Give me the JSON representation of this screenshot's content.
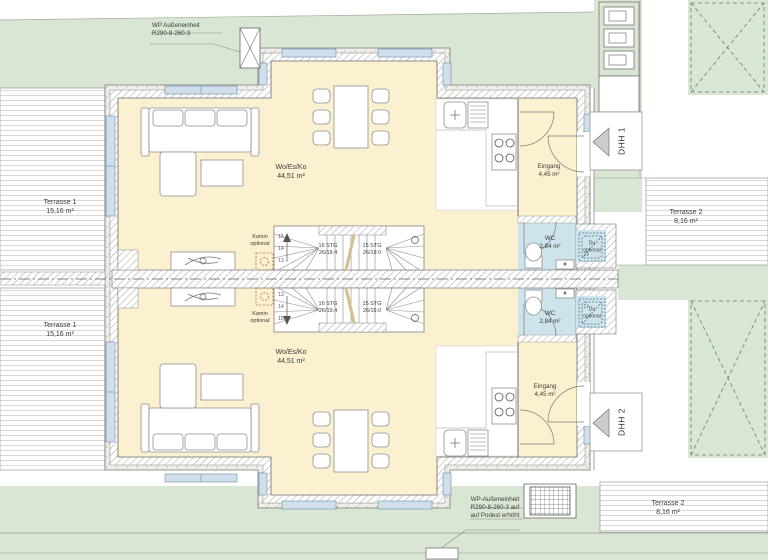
{
  "site": {
    "wp_outdoor_unit_top": {
      "line1": "WP Außeneinheit",
      "line2": "R290-8-260-3"
    },
    "wp_outdoor_unit_bottom": {
      "line1": "WP-Außeneinheit",
      "line2": "R290-8-260-3 auf",
      "line3": "auf Podest erhöht"
    }
  },
  "terraces": {
    "terrasse1_upper": {
      "name": "Terrasse 1",
      "area": "15,16 m²"
    },
    "terrasse1_lower": {
      "name": "Terrasse 1",
      "area": "15,16 m²"
    },
    "terrasse2_upper": {
      "name": "Terrasse 2",
      "area": "8,16 m²"
    },
    "terrasse2_lower": {
      "name": "Terrasse 2",
      "area": "8,16 m²"
    }
  },
  "unit1": {
    "label": "DHH 1",
    "living": {
      "name": "Wo/Es/Ko",
      "area": "44,51 m²"
    },
    "entry": {
      "name": "Eingang",
      "area": "4,45 m²"
    },
    "wc": {
      "name": "WC",
      "area": "2,84 m²"
    },
    "shower_optional": {
      "line1": "Du",
      "line2": "optional"
    },
    "fireplace_optional": {
      "line1": "Kamin",
      "line2": "optional"
    },
    "stair_flight_a": {
      "count": "16 STG",
      "dim": "26/19.4"
    },
    "stair_flight_b": {
      "count": "15 STG",
      "dim": "26/19.0"
    },
    "step_numbers": [
      "15",
      "14",
      "13"
    ]
  },
  "unit2": {
    "label": "DHH 2",
    "living": {
      "name": "Wo/Es/Ko",
      "area": "44,51 m²"
    },
    "entry": {
      "name": "Eingang",
      "area": "4,45 m²"
    },
    "wc": {
      "name": "WC",
      "area": "2,84 m²"
    },
    "shower_optional": {
      "line1": "Du",
      "line2": "optional"
    },
    "fireplace_optional": {
      "line1": "Kamin",
      "line2": "optional"
    },
    "stair_flight_a": {
      "count": "16 STG",
      "dim": "26/19.4"
    },
    "stair_flight_b": {
      "count": "15 STG",
      "dim": "26/19.0"
    },
    "step_numbers": [
      "13",
      "14",
      "15"
    ]
  },
  "colors": {
    "lawn": "#d9e6d3",
    "floor": "#fbf0d0",
    "wet": "#cde4ec",
    "window": "#cfe0ec"
  }
}
